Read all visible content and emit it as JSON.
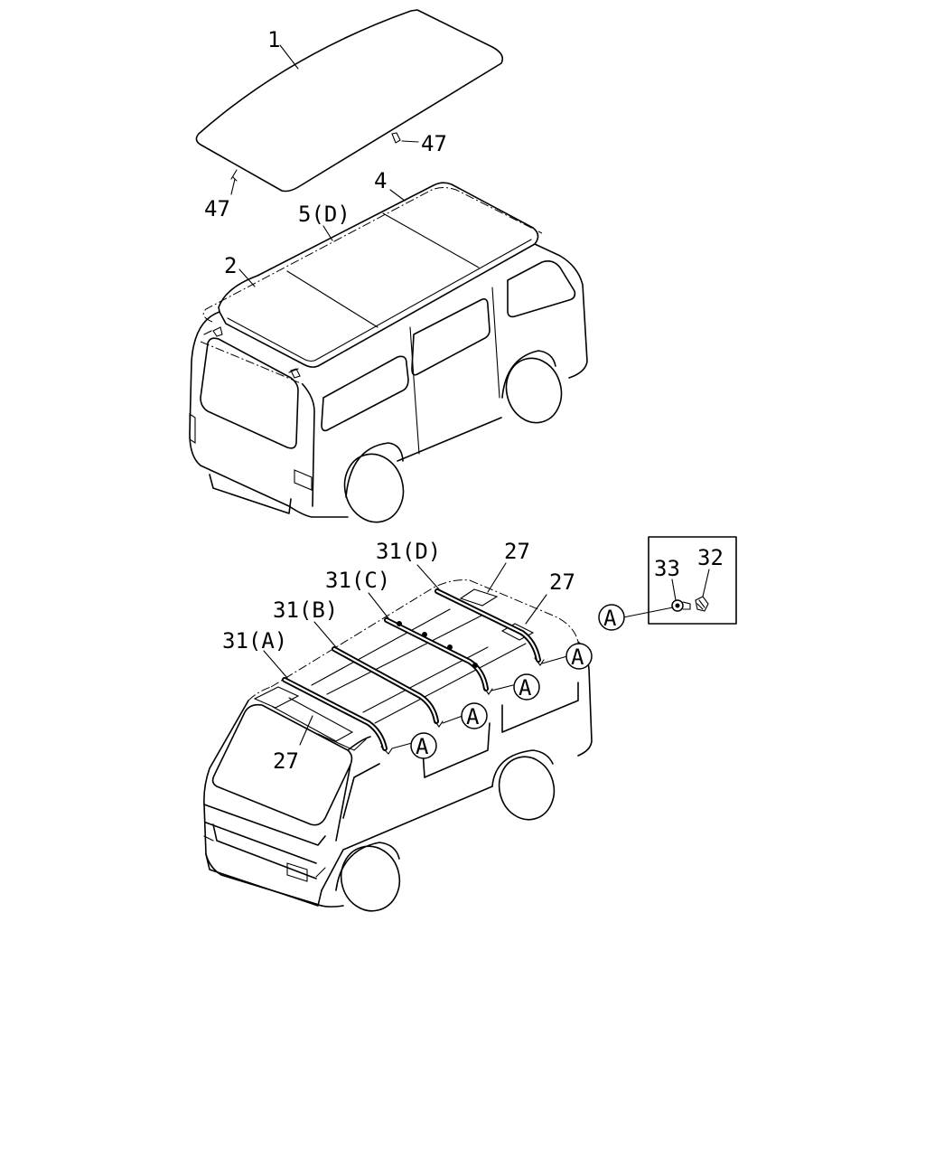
{
  "callouts": {
    "part_1": "1",
    "part_2": "2",
    "part_4": "4",
    "part_5d": "5(D)",
    "part_47_right": "47",
    "part_47_left": "47",
    "part_31a": "31(A)",
    "part_31b": "31(B)",
    "part_31c": "31(C)",
    "part_31d": "31(D)",
    "part_27_top": "27",
    "part_27_right": "27",
    "part_27_front": "27",
    "part_33": "33",
    "part_32": "32"
  },
  "detail_markers": [
    "A",
    "A",
    "A",
    "A",
    "A"
  ],
  "detail_key": "A"
}
